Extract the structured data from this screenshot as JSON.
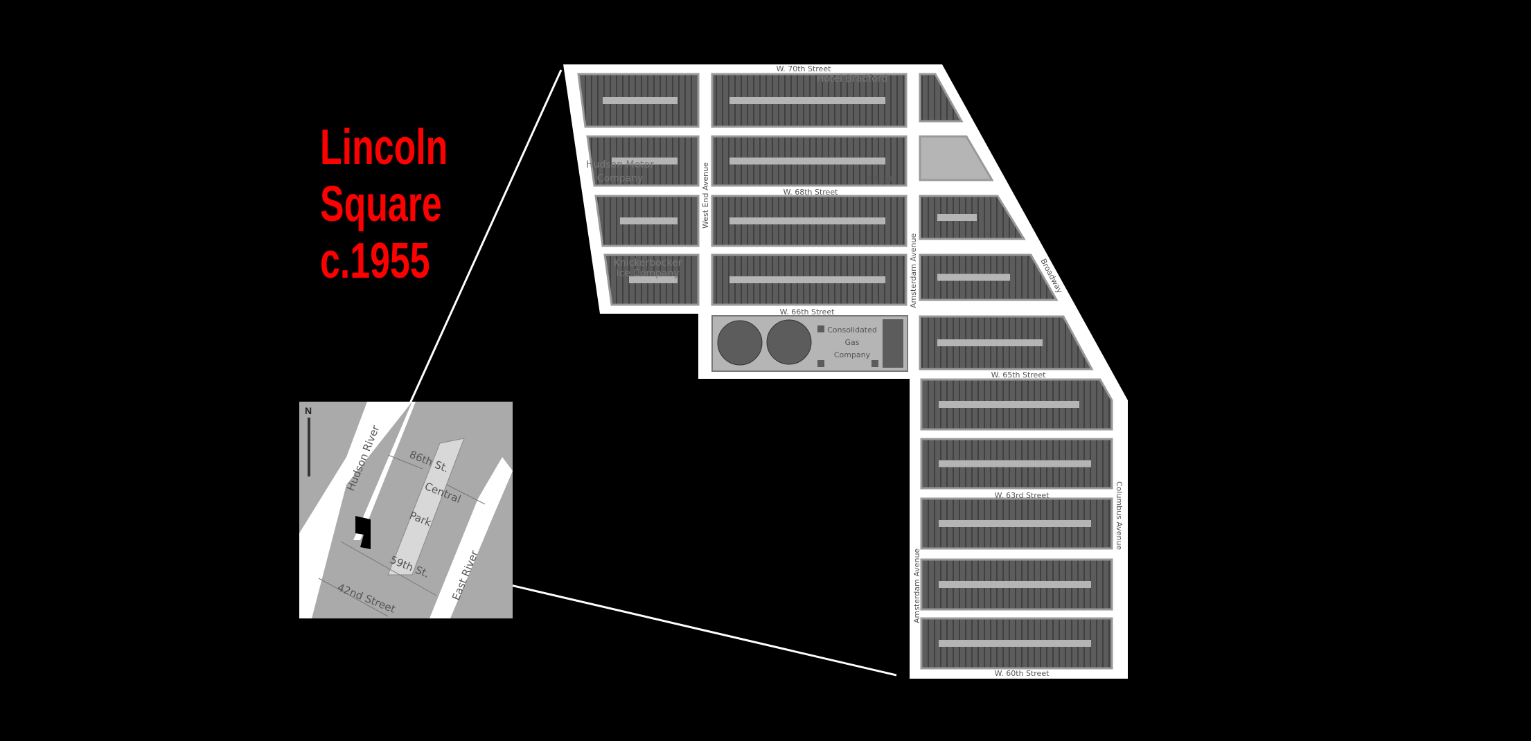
{
  "title": {
    "lines": [
      "Lincoln",
      "Square",
      "c.1955"
    ],
    "color": "#ff0000"
  },
  "inset_map": {
    "north_label": "N",
    "labels": {
      "hudson": "Hudson River",
      "east": "East River",
      "st86": "86th St.",
      "central": "Central",
      "park": "Park",
      "st59": "59th St.",
      "st42": "42nd Street"
    }
  },
  "detail_map": {
    "streets": {
      "w70": "W. 70th Street",
      "w68": "W. 68th Street",
      "w66": "W. 66th Street",
      "w65": "W. 65th Street",
      "w63": "W. 63rd Street",
      "w60": "W. 60th Street",
      "west_end": "West End Avenue",
      "amsterdam1": "Amsterdam Avenue",
      "amsterdam2": "Amsterdam Avenue",
      "broadway": "Broadway",
      "columbus": "Columbus Avenue"
    },
    "landmarks": {
      "hotel": "Hotel Bradford",
      "hudson_motor_1": "Hudson Motor",
      "hudson_motor_2": "Company",
      "ps94": "P.S. 94",
      "knick_1": "Knickerbocker",
      "knick_2": "Ice Company",
      "gas_1": "Consolidated",
      "gas_2": "Gas",
      "gas_3": "Company"
    }
  }
}
